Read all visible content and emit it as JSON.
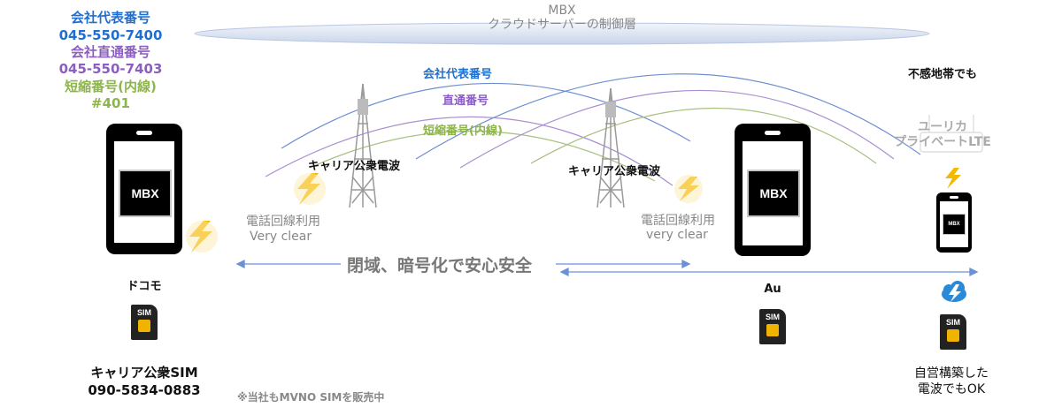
{
  "cloud": {
    "line1": "MBX",
    "line2": "クラウドサーバーの制御層"
  },
  "numbers": {
    "rep_label": "会社代表番号",
    "rep_number": "045-550-7400",
    "direct_label": "会社直通番号",
    "direct_number": "045-550-7403",
    "ext_label": "短縮番号(内線)",
    "ext_number": "#401"
  },
  "arcs": {
    "rep": "会社代表番号",
    "direct": "直通番号",
    "ext": "短縮番号(内線)"
  },
  "left": {
    "screen_label": "MBX",
    "carrier": "ドコモ",
    "sim_label": "SIM",
    "sim_title": "キャリア公衆SIM",
    "sim_number": "090-5834-0883",
    "call_line1": "電話回線利用",
    "call_line2": "Very clear"
  },
  "tower1_label": "キャリア公衆電波",
  "tower2_label": "キャリア公衆電波",
  "secure": "閉域、暗号化で安心安全",
  "right": {
    "screen_label": "MBX",
    "carrier": "Au",
    "sim_label": "SIM",
    "call_line1": "電話回線利用",
    "call_line2": "very clear"
  },
  "lte": {
    "top": "不感地帯でも",
    "name1": "ユーリカ",
    "name2": "プライベートLTE",
    "screen_label": "MBX",
    "sim_label": "SIM",
    "bottom1": "自営構築した",
    "bottom2": "電波でもOK"
  },
  "footnote": "※当社もMVNO SIMを販売中",
  "colors": {
    "blue": "#1f6fd0",
    "purple": "#8b5fbf",
    "green": "#8db54b",
    "gray": "#888888",
    "bolt": "#f5b800"
  }
}
